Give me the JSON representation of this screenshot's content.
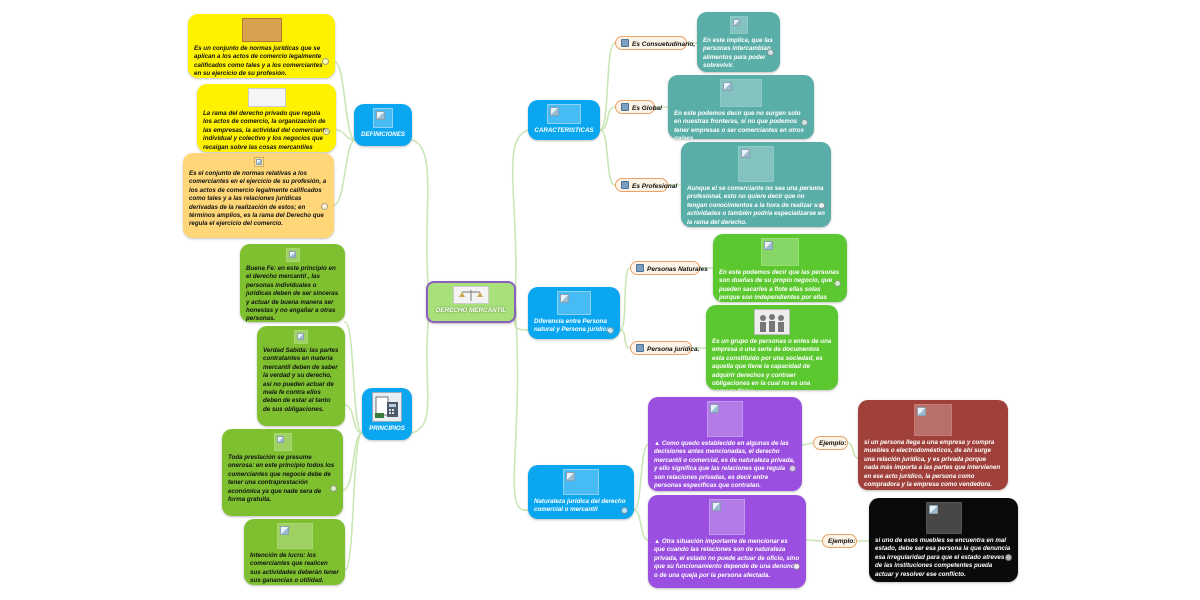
{
  "center": {
    "title": "DERECHO MERCANTIL"
  },
  "branches": {
    "definiciones": {
      "title": "DEFINICIONES",
      "items": [
        "Es un conjunto de normas jurídicas que se aplican a los actos de comercio legalmente calificados como tales y a los comerciantes en su ejercicio de su profesión.",
        "La rama del derecho privado que regula los actos de comercio, la organización de las empresas, la actividad del comerciante, individual y colectivo y los negocios que recaigan sobre las cosas mercantiles",
        "Es el conjunto de normas relativas a los comerciantes en el ejercicio de su profesión, a los actos de comercio legalmente calificados como tales y a las relaciones jurídicas derivadas de la realización de estos; en términos amplios, es la rama del Derecho que regula el ejercicio del comercio."
      ]
    },
    "principios": {
      "title": "PRINCIPIOS",
      "items": [
        "Buena Fe: en este principio en el derecho mercantil , las personas individuales o jurídicas deben de ser sinceras y actuar de buena manera ser honestas y no engañar a otras personas.",
        "Verdad Sabida: las partes contratantes en materia mercantil deben de saber la verdad y su derecho, así no pueden actuar de mala fe contra ellos deben de estar al tanto de sus obligaciones.",
        "Toda prestación se presume onerosa: en este principio todos los comerciantes que negocie debe de tener una contraprestación económica ya que nade sera de forma gratuita.",
        "Intención de lucro:  los comerciantes que realicen sus actividades deberán tener sus ganancias o utilidad."
      ]
    },
    "caracteristicas": {
      "title": "CARACTERISTICAS",
      "labels": [
        "Es Consuetudinario,",
        "Es Global",
        "Es Profesional"
      ],
      "items": [
        "En este implica, que las personas intercambian alimentos para poder sobrevivir.",
        "En este podemos decir que no surgen solo en nuestras fronteras,  si no que podemos tener empresas o ser comerciantes en otros países.",
        "Aunque el se comerciante no sea una persona profesional, esto no quiere decir que no tengan conocimientos a la hora de realizar sus actividades o también podría especializarse en la rama del derecho."
      ]
    },
    "personas": {
      "title": "Diferencia entre Persona natural y Persona jurídica.",
      "labels": [
        "Personas Naturales",
        "Persona jurídica."
      ],
      "items": [
        "En este podemos decir que las personas son dueñas de su propio negocio, que pueden sacarles a flote ellas solas porque son independientes por ellas mismas.",
        "Es un grupo de personas o entes de una empresa o una serie de documentos esta constituido por una sociedad, es aquella que tiene la capacidad de adquirir derechos y contraer obligaciones en la cual no es una persona física."
      ]
    },
    "naturaleza": {
      "title": "Naturaleza jurídica del derecho comercial o mercantil",
      "items": [
        "Como quedo establecido en algunas de las decisiones antes mencionadas, el derecho mercantil o comercial, es de naturaleza privada, y ello significa que las relaciones que regula son relaciones privadas, es decir entre personas específicas que contratan.",
        "Otra situación importante de mencionar es que cuando las relaciones son de naturaleza privada, el estado no puede actuar de oficio, sino que su funcionamiento depende de una denuncia o de una queja por la persona afectada."
      ],
      "labels": [
        "Ejemplo:",
        "Ejemplo:"
      ],
      "examples": [
        "si un persona llega a una empresa y compra muebles o electrodomésticos, de ahí surge una relación jurídica, y es privada porque nada más importa a las partes que intervienen en ese acto jurídico, la persona como compradora y la empresa como vendedora.",
        "si uno de esos muebles se encuentra en mal estado, debe ser esa persona la que denuncia esa irregularidad para que el estado atreves de las instituciones competentes pueda actuar y resolver ese conflicto."
      ]
    }
  },
  "colors": {
    "center_fill": "#a8e07a",
    "center_border": "#8b5fc0",
    "blue": "#0aa6f0",
    "yellow": "#fff200",
    "light_orange": "#ffd779",
    "olive_green": "#7ec030",
    "teal": "#5aaea8",
    "bright_green": "#5cc830",
    "purple": "#9a4fe0",
    "red": "#a0403a",
    "black": "#0a0a0a",
    "connector": "#c9e6b6"
  }
}
